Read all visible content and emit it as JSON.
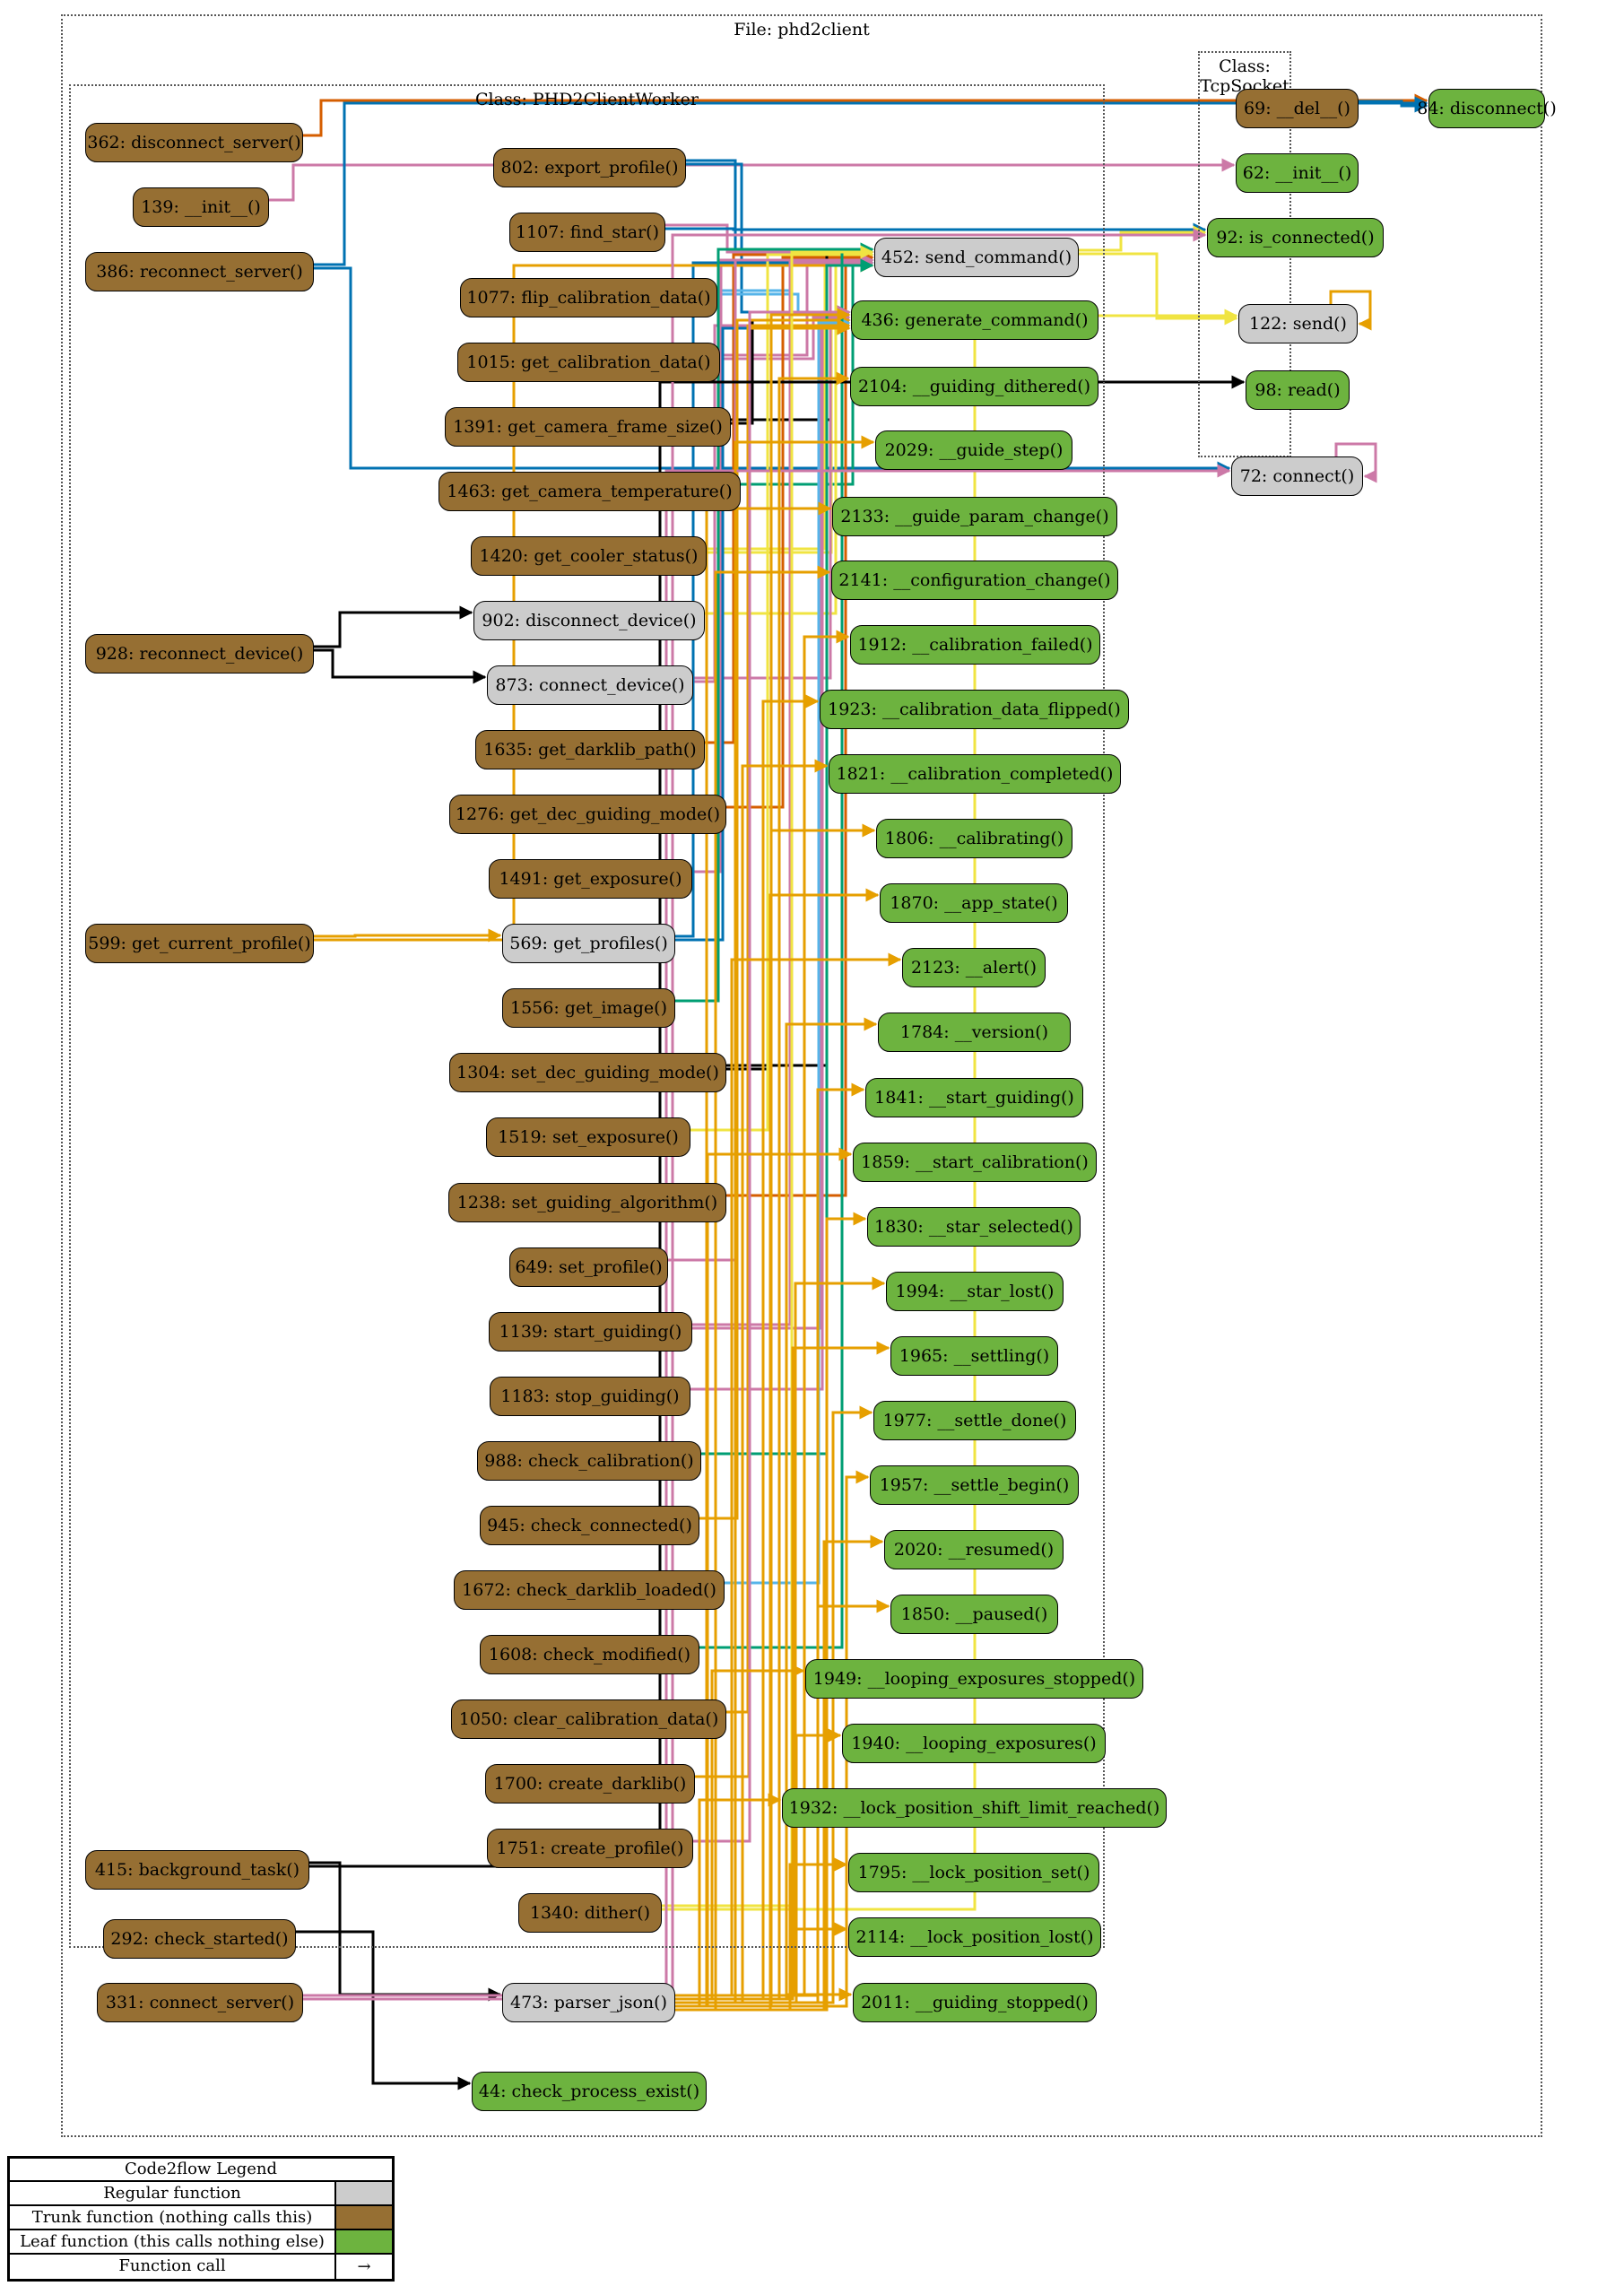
{
  "clusters": {
    "file": "File: phd2client",
    "worker": "Class: PHD2ClientWorker",
    "socket": "Class: TcpSocket"
  },
  "nodes": [
    {
      "id": "n362",
      "label": "362: disconnect_server()",
      "kind": "trunk"
    },
    {
      "id": "n139",
      "label": "139: __init__()",
      "kind": "trunk"
    },
    {
      "id": "n386",
      "label": "386: reconnect_server()",
      "kind": "trunk"
    },
    {
      "id": "n928",
      "label": "928: reconnect_device()",
      "kind": "trunk"
    },
    {
      "id": "n599",
      "label": "599: get_current_profile()",
      "kind": "trunk"
    },
    {
      "id": "n415",
      "label": "415: background_task()",
      "kind": "trunk"
    },
    {
      "id": "n292",
      "label": "292: check_started()",
      "kind": "trunk"
    },
    {
      "id": "n331",
      "label": "331: connect_server()",
      "kind": "trunk"
    },
    {
      "id": "n802",
      "label": "802: export_profile()",
      "kind": "trunk"
    },
    {
      "id": "n1107",
      "label": "1107: find_star()",
      "kind": "trunk"
    },
    {
      "id": "n1077",
      "label": "1077: flip_calibration_data()",
      "kind": "trunk"
    },
    {
      "id": "n1015",
      "label": "1015: get_calibration_data()",
      "kind": "trunk"
    },
    {
      "id": "n1391",
      "label": "1391: get_camera_frame_size()",
      "kind": "trunk"
    },
    {
      "id": "n1463",
      "label": "1463: get_camera_temperature()",
      "kind": "trunk"
    },
    {
      "id": "n1420",
      "label": "1420: get_cooler_status()",
      "kind": "trunk"
    },
    {
      "id": "n902",
      "label": "902: disconnect_device()",
      "kind": "regular"
    },
    {
      "id": "n873",
      "label": "873: connect_device()",
      "kind": "regular"
    },
    {
      "id": "n1635",
      "label": "1635: get_darklib_path()",
      "kind": "trunk"
    },
    {
      "id": "n1276",
      "label": "1276: get_dec_guiding_mode()",
      "kind": "trunk"
    },
    {
      "id": "n1491",
      "label": "1491: get_exposure()",
      "kind": "trunk"
    },
    {
      "id": "n569",
      "label": "569: get_profiles()",
      "kind": "regular"
    },
    {
      "id": "n1556",
      "label": "1556: get_image()",
      "kind": "trunk"
    },
    {
      "id": "n1304",
      "label": "1304: set_dec_guiding_mode()",
      "kind": "trunk"
    },
    {
      "id": "n1519",
      "label": "1519: set_exposure()",
      "kind": "trunk"
    },
    {
      "id": "n1238",
      "label": "1238: set_guiding_algorithm()",
      "kind": "trunk"
    },
    {
      "id": "n649",
      "label": "649: set_profile()",
      "kind": "trunk"
    },
    {
      "id": "n1139",
      "label": "1139: start_guiding()",
      "kind": "trunk"
    },
    {
      "id": "n1183",
      "label": "1183: stop_guiding()",
      "kind": "trunk"
    },
    {
      "id": "n988",
      "label": "988: check_calibration()",
      "kind": "trunk"
    },
    {
      "id": "n945",
      "label": "945: check_connected()",
      "kind": "trunk"
    },
    {
      "id": "n1672",
      "label": "1672: check_darklib_loaded()",
      "kind": "trunk"
    },
    {
      "id": "n1608",
      "label": "1608: check_modified()",
      "kind": "trunk"
    },
    {
      "id": "n1050",
      "label": "1050: clear_calibration_data()",
      "kind": "trunk"
    },
    {
      "id": "n1700",
      "label": "1700: create_darklib()",
      "kind": "trunk"
    },
    {
      "id": "n1751",
      "label": "1751: create_profile()",
      "kind": "trunk"
    },
    {
      "id": "n1340",
      "label": "1340: dither()",
      "kind": "trunk"
    },
    {
      "id": "n473",
      "label": "473: parser_json()",
      "kind": "regular"
    },
    {
      "id": "n452",
      "label": "452: send_command()",
      "kind": "regular"
    },
    {
      "id": "n436",
      "label": "436: generate_command()",
      "kind": "leaf"
    },
    {
      "id": "n2104",
      "label": "2104: __guiding_dithered()",
      "kind": "leaf"
    },
    {
      "id": "n2029",
      "label": "2029: __guide_step()",
      "kind": "leaf"
    },
    {
      "id": "n2133",
      "label": "2133: __guide_param_change()",
      "kind": "leaf"
    },
    {
      "id": "n2141",
      "label": "2141: __configuration_change()",
      "kind": "leaf"
    },
    {
      "id": "n1912",
      "label": "1912: __calibration_failed()",
      "kind": "leaf"
    },
    {
      "id": "n1923",
      "label": "1923: __calibration_data_flipped()",
      "kind": "leaf"
    },
    {
      "id": "n1821",
      "label": "1821: __calibration_completed()",
      "kind": "leaf"
    },
    {
      "id": "n1806",
      "label": "1806: __calibrating()",
      "kind": "leaf"
    },
    {
      "id": "n1870",
      "label": "1870: __app_state()",
      "kind": "leaf"
    },
    {
      "id": "n2123",
      "label": "2123: __alert()",
      "kind": "leaf"
    },
    {
      "id": "n1784",
      "label": "1784: __version()",
      "kind": "leaf"
    },
    {
      "id": "n1841",
      "label": "1841: __start_guiding()",
      "kind": "leaf"
    },
    {
      "id": "n1859",
      "label": "1859: __start_calibration()",
      "kind": "leaf"
    },
    {
      "id": "n1830",
      "label": "1830: __star_selected()",
      "kind": "leaf"
    },
    {
      "id": "n1994",
      "label": "1994: __star_lost()",
      "kind": "leaf"
    },
    {
      "id": "n1965",
      "label": "1965: __settling()",
      "kind": "leaf"
    },
    {
      "id": "n1977",
      "label": "1977: __settle_done()",
      "kind": "leaf"
    },
    {
      "id": "n1957",
      "label": "1957: __settle_begin()",
      "kind": "leaf"
    },
    {
      "id": "n2020",
      "label": "2020: __resumed()",
      "kind": "leaf"
    },
    {
      "id": "n1850",
      "label": "1850: __paused()",
      "kind": "leaf"
    },
    {
      "id": "n1949",
      "label": "1949: __looping_exposures_stopped()",
      "kind": "leaf"
    },
    {
      "id": "n1940",
      "label": "1940: __looping_exposures()",
      "kind": "leaf"
    },
    {
      "id": "n1932",
      "label": "1932: __lock_position_shift_limit_reached()",
      "kind": "leaf"
    },
    {
      "id": "n1795",
      "label": "1795: __lock_position_set()",
      "kind": "leaf"
    },
    {
      "id": "n2114",
      "label": "2114: __lock_position_lost()",
      "kind": "leaf"
    },
    {
      "id": "n2011",
      "label": "2011: __guiding_stopped()",
      "kind": "leaf"
    },
    {
      "id": "n44",
      "label": "44: check_process_exist()",
      "kind": "leaf"
    },
    {
      "id": "n69",
      "label": "69: __del__()",
      "kind": "trunk"
    },
    {
      "id": "n84",
      "label": "84: disconnect()",
      "kind": "leaf"
    },
    {
      "id": "n62",
      "label": "62: __init__()",
      "kind": "leaf"
    },
    {
      "id": "n92",
      "label": "92: is_connected()",
      "kind": "leaf"
    },
    {
      "id": "n122",
      "label": "122: send()",
      "kind": "regular"
    },
    {
      "id": "n98",
      "label": "98: read()",
      "kind": "leaf"
    },
    {
      "id": "n72",
      "label": "72: connect()",
      "kind": "regular"
    }
  ],
  "edges": [
    {
      "from": "n362",
      "to": "n84",
      "color": "#d55e00"
    },
    {
      "from": "n139",
      "to": "n62",
      "color": "#cc79a7"
    },
    {
      "from": "n386",
      "to": "n84",
      "color": "#0072b2"
    },
    {
      "from": "n386",
      "to": "n72",
      "color": "#0072b2"
    },
    {
      "from": "n69",
      "to": "n84",
      "color": "#0072b2"
    },
    {
      "from": "n802",
      "to": "n452",
      "color": "#0072b2"
    },
    {
      "from": "n802",
      "to": "n436",
      "color": "#0072b2"
    },
    {
      "from": "n1107",
      "to": "n452",
      "color": "#cc79a7"
    },
    {
      "from": "n1107",
      "to": "n92",
      "color": "#0072b2"
    },
    {
      "from": "n1077",
      "to": "n452",
      "color": "#56b4e9"
    },
    {
      "from": "n1077",
      "to": "n436",
      "color": "#56b4e9"
    },
    {
      "from": "n1015",
      "to": "n452",
      "color": "#cc79a7"
    },
    {
      "from": "n1015",
      "to": "n436",
      "color": "#cc79a7"
    },
    {
      "from": "n1391",
      "to": "n452",
      "color": "#000000"
    },
    {
      "from": "n1391",
      "to": "n436",
      "color": "#000000"
    },
    {
      "from": "n1463",
      "to": "n452",
      "color": "#009e73"
    },
    {
      "from": "n1420",
      "to": "n452",
      "color": "#f0e442"
    },
    {
      "from": "n1420",
      "to": "n436",
      "color": "#f0e442"
    },
    {
      "from": "n902",
      "to": "n452",
      "color": "#f0e442"
    },
    {
      "from": "n873",
      "to": "n452",
      "color": "#cc79a7"
    },
    {
      "from": "n873",
      "to": "n436",
      "color": "#cc79a7"
    },
    {
      "from": "n928",
      "to": "n902",
      "color": "#000000"
    },
    {
      "from": "n928",
      "to": "n873",
      "color": "#000000"
    },
    {
      "from": "n1635",
      "to": "n452",
      "color": "#d55e00"
    },
    {
      "from": "n1276",
      "to": "n452",
      "color": "#d55e00"
    },
    {
      "from": "n1491",
      "to": "n452",
      "color": "#cc79a7"
    },
    {
      "from": "n569",
      "to": "n452",
      "color": "#0072b2"
    },
    {
      "from": "n569",
      "to": "n436",
      "color": "#0072b2"
    },
    {
      "from": "n599",
      "to": "n569",
      "color": "#e69f00"
    },
    {
      "from": "n599",
      "to": "n452",
      "color": "#e69f00"
    },
    {
      "from": "n1556",
      "to": "n452",
      "color": "#009e73"
    },
    {
      "from": "n1304",
      "to": "n452",
      "color": "#000000"
    },
    {
      "from": "n1304",
      "to": "n436",
      "color": "#000000"
    },
    {
      "from": "n1519",
      "to": "n452",
      "color": "#f0e442"
    },
    {
      "from": "n1238",
      "to": "n452",
      "color": "#d55e00"
    },
    {
      "from": "n649",
      "to": "n452",
      "color": "#cc79a7"
    },
    {
      "from": "n1139",
      "to": "n452",
      "color": "#cc79a7"
    },
    {
      "from": "n1139",
      "to": "n436",
      "color": "#cc79a7"
    },
    {
      "from": "n1183",
      "to": "n436",
      "color": "#cc79a7"
    },
    {
      "from": "n988",
      "to": "n452",
      "color": "#009e73"
    },
    {
      "from": "n945",
      "to": "n436",
      "color": "#e69f00"
    },
    {
      "from": "n1672",
      "to": "n436",
      "color": "#56b4e9"
    },
    {
      "from": "n1608",
      "to": "n452",
      "color": "#009e73"
    },
    {
      "from": "n1050",
      "to": "n436",
      "color": "#e69f00"
    },
    {
      "from": "n1700",
      "to": "n436",
      "color": "#e69f00"
    },
    {
      "from": "n1751",
      "to": "n436",
      "color": "#cc79a7"
    },
    {
      "from": "n1340",
      "to": "n452",
      "color": "#f0e442"
    },
    {
      "from": "n1340",
      "to": "n122",
      "color": "#f0e442"
    },
    {
      "from": "n452",
      "to": "n92",
      "color": "#f0e442"
    },
    {
      "from": "n452",
      "to": "n122",
      "color": "#f0e442"
    },
    {
      "from": "n122",
      "to": "n122",
      "color": "#e69f00"
    },
    {
      "from": "n72",
      "to": "n72",
      "color": "#cc79a7"
    },
    {
      "from": "n415",
      "to": "n473",
      "color": "#000000"
    },
    {
      "from": "n415",
      "to": "n98",
      "color": "#000000"
    },
    {
      "from": "n292",
      "to": "n44",
      "color": "#000000"
    },
    {
      "from": "n331",
      "to": "n72",
      "color": "#cc79a7"
    },
    {
      "from": "n331",
      "to": "n92",
      "color": "#cc79a7"
    },
    {
      "from": "n473",
      "to": "n436",
      "color": "#e69f00"
    },
    {
      "from": "n473",
      "to": "n2104",
      "color": "#e69f00"
    },
    {
      "from": "n473",
      "to": "n2029",
      "color": "#e69f00"
    },
    {
      "from": "n473",
      "to": "n2133",
      "color": "#e69f00"
    },
    {
      "from": "n473",
      "to": "n2141",
      "color": "#e69f00"
    },
    {
      "from": "n473",
      "to": "n1912",
      "color": "#e69f00"
    },
    {
      "from": "n473",
      "to": "n1923",
      "color": "#e69f00"
    },
    {
      "from": "n473",
      "to": "n1821",
      "color": "#e69f00"
    },
    {
      "from": "n473",
      "to": "n1806",
      "color": "#e69f00"
    },
    {
      "from": "n473",
      "to": "n1870",
      "color": "#e69f00"
    },
    {
      "from": "n473",
      "to": "n2123",
      "color": "#e69f00"
    },
    {
      "from": "n473",
      "to": "n1784",
      "color": "#e69f00"
    },
    {
      "from": "n473",
      "to": "n1841",
      "color": "#e69f00"
    },
    {
      "from": "n473",
      "to": "n1859",
      "color": "#e69f00"
    },
    {
      "from": "n473",
      "to": "n1830",
      "color": "#e69f00"
    },
    {
      "from": "n473",
      "to": "n1994",
      "color": "#e69f00"
    },
    {
      "from": "n473",
      "to": "n1965",
      "color": "#e69f00"
    },
    {
      "from": "n473",
      "to": "n1977",
      "color": "#e69f00"
    },
    {
      "from": "n473",
      "to": "n1957",
      "color": "#e69f00"
    },
    {
      "from": "n473",
      "to": "n2020",
      "color": "#e69f00"
    },
    {
      "from": "n473",
      "to": "n1850",
      "color": "#e69f00"
    },
    {
      "from": "n473",
      "to": "n1949",
      "color": "#e69f00"
    },
    {
      "from": "n473",
      "to": "n1940",
      "color": "#e69f00"
    },
    {
      "from": "n473",
      "to": "n1932",
      "color": "#e69f00"
    },
    {
      "from": "n473",
      "to": "n1795",
      "color": "#e69f00"
    },
    {
      "from": "n473",
      "to": "n2114",
      "color": "#e69f00"
    },
    {
      "from": "n473",
      "to": "n2011",
      "color": "#e69f00"
    }
  ],
  "legend": {
    "title": "Code2flow Legend",
    "rows": [
      {
        "label": "Regular function",
        "swatch": "#cccccc"
      },
      {
        "label": "Trunk function (nothing calls this)",
        "swatch": "#966F33"
      },
      {
        "label": "Leaf function (this calls nothing else)",
        "swatch": "#6db33f"
      },
      {
        "label": "Function call",
        "arrow": "→"
      }
    ]
  }
}
